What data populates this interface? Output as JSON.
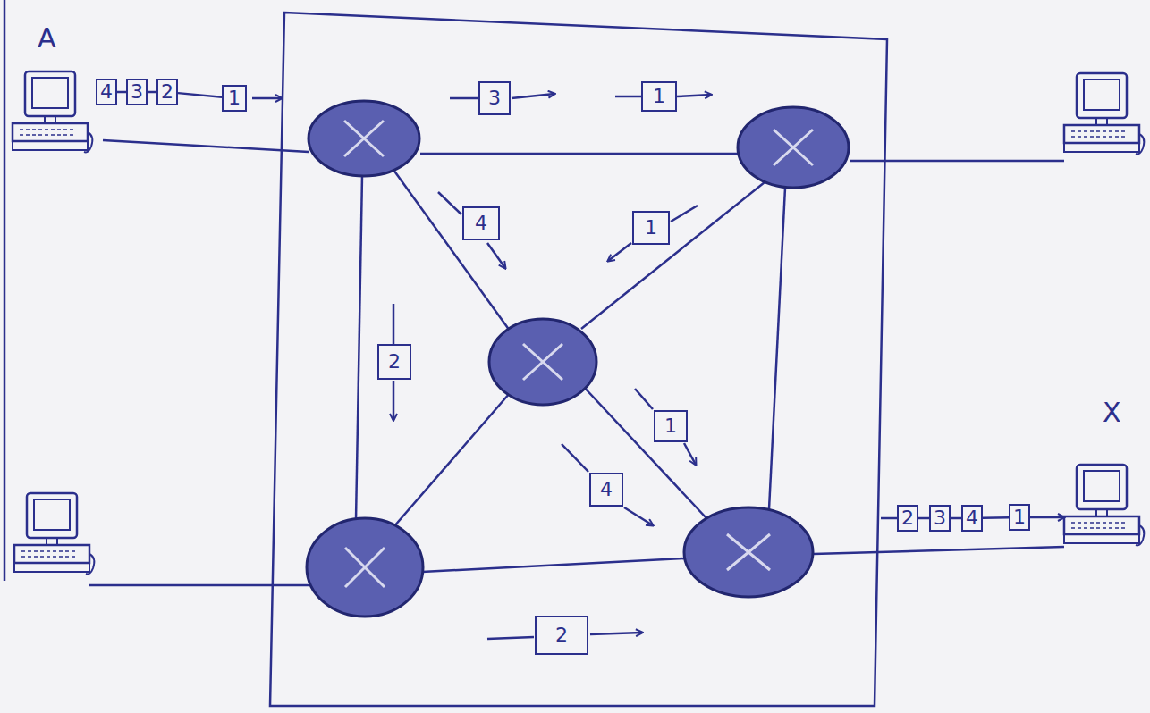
{
  "diagram": {
    "nodes": [
      {
        "text": [
          "4"
        ]
      },
      {
        "text": [
          "3"
        ]
      },
      {
        "text": [
          "2"
        ]
      },
      {
        "text": [
          "1"
        ]
      },
      {
        "text": [
          "3"
        ]
      },
      {
        "text": [
          "1"
        ]
      },
      {
        "text": [
          "4"
        ]
      },
      {
        "text": [
          "1"
        ]
      },
      {
        "text": [
          "2"
        ]
      },
      {
        "text": [
          "1"
        ]
      },
      {
        "text": [
          "4"
        ]
      },
      {
        "text": [
          "2"
        ]
      },
      {
        "text": [
          "3"
        ]
      },
      {
        "text": [
          "4"
        ]
      },
      {
        "text": [
          "1"
        ]
      },
      {
        "text": [
          "2"
        ]
      }
    ],
    "edges": [
      {
        "from": 0,
        "to": 1,
        "arrow": "none"
      },
      {
        "from": 1,
        "to": 2,
        "arrow": "none"
      },
      {
        "from": 2,
        "to": 3,
        "arrow": "none"
      },
      {
        "from": 11,
        "to": 12,
        "arrow": "none"
      },
      {
        "from": 12,
        "to": 13,
        "arrow": "none"
      },
      {
        "from": 13,
        "to": 14,
        "arrow": "none"
      }
    ],
    "labels": [
      "A",
      "X"
    ]
  }
}
